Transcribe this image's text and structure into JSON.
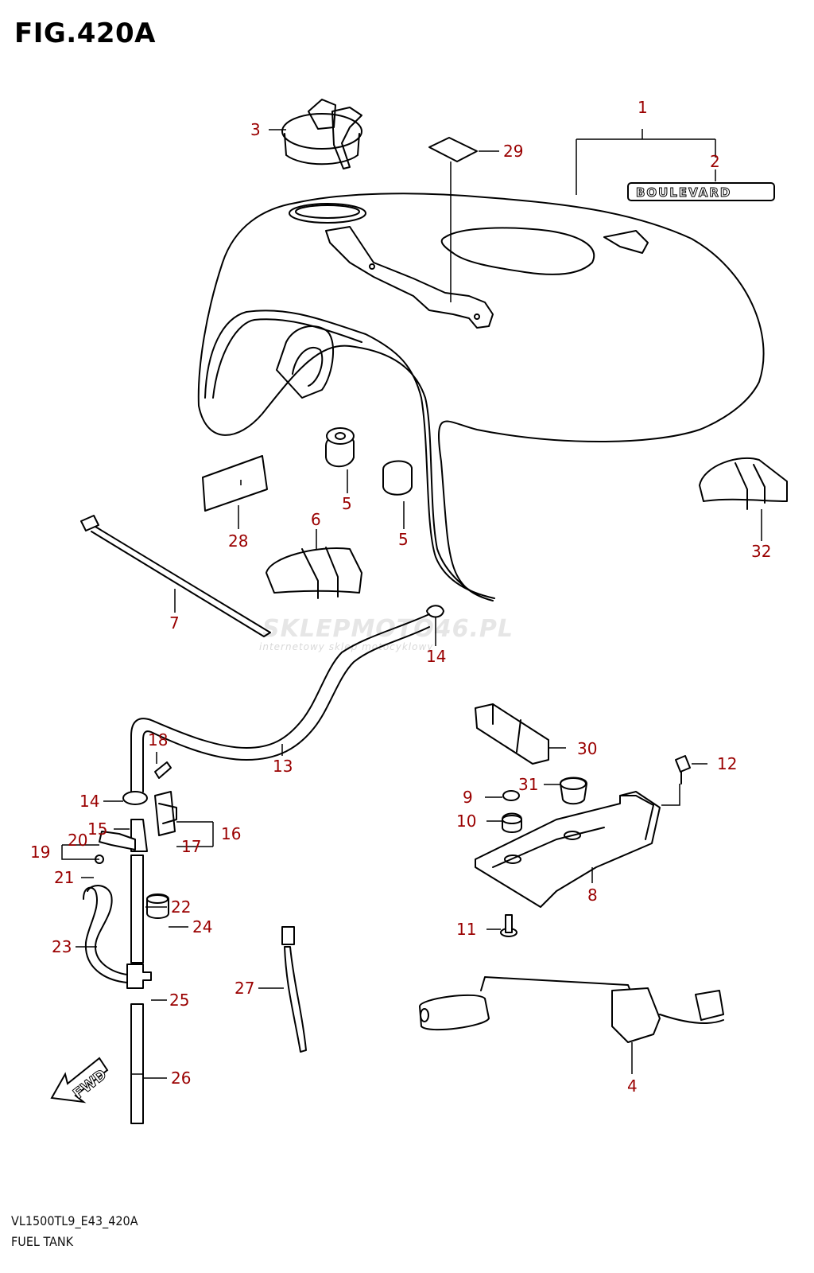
{
  "figure": {
    "title": "FIG.420A"
  },
  "footer": {
    "code": "VL1500TL9_E43_420A",
    "name": "FUEL TANK"
  },
  "watermark": {
    "brand": "SKLEPMOTO46.PL",
    "tagline": "internetowy sklep motocyklowy"
  },
  "emblem_text": "BOULEVARD",
  "fwd_text": "FWD",
  "callouts": [
    {
      "id": "c1",
      "label": "1"
    },
    {
      "id": "c2",
      "label": "2"
    },
    {
      "id": "c3",
      "label": "3"
    },
    {
      "id": "c29",
      "label": "29"
    },
    {
      "id": "c5a",
      "label": "5"
    },
    {
      "id": "c5b",
      "label": "5"
    },
    {
      "id": "c6",
      "label": "6"
    },
    {
      "id": "c28",
      "label": "28"
    },
    {
      "id": "c32",
      "label": "32"
    },
    {
      "id": "c7",
      "label": "7"
    },
    {
      "id": "c14a",
      "label": "14"
    },
    {
      "id": "c13",
      "label": "13"
    },
    {
      "id": "c18",
      "label": "18"
    },
    {
      "id": "c14b",
      "label": "14"
    },
    {
      "id": "c15",
      "label": "15"
    },
    {
      "id": "c16",
      "label": "16"
    },
    {
      "id": "c20",
      "label": "20"
    },
    {
      "id": "c19",
      "label": "19"
    },
    {
      "id": "c17",
      "label": "17"
    },
    {
      "id": "c21",
      "label": "21"
    },
    {
      "id": "c22",
      "label": "22"
    },
    {
      "id": "c24",
      "label": "24"
    },
    {
      "id": "c23",
      "label": "23"
    },
    {
      "id": "c25",
      "label": "25"
    },
    {
      "id": "c26",
      "label": "26"
    },
    {
      "id": "c27",
      "label": "27"
    },
    {
      "id": "c30",
      "label": "30"
    },
    {
      "id": "c12",
      "label": "12"
    },
    {
      "id": "c9",
      "label": "9"
    },
    {
      "id": "c31",
      "label": "31"
    },
    {
      "id": "c10",
      "label": "10"
    },
    {
      "id": "c8",
      "label": "8"
    },
    {
      "id": "c11",
      "label": "11"
    },
    {
      "id": "c4",
      "label": "4"
    }
  ]
}
